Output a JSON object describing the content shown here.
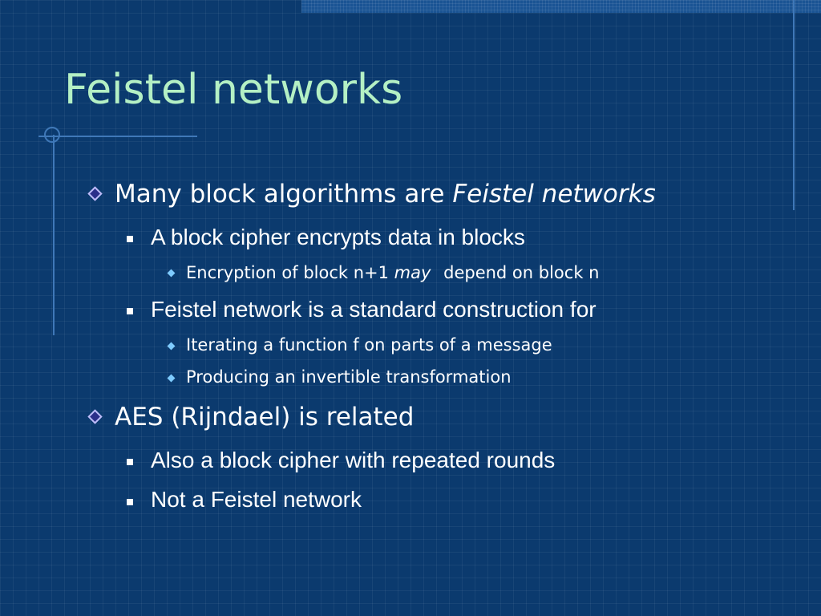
{
  "slide": {
    "title": "Feistel networks",
    "bullets": [
      {
        "text": "Many block algorithms are ",
        "emphasis": "Feistel networks",
        "children": [
          {
            "text": "A block cipher encrypts data in blocks",
            "children": [
              {
                "text_before": "Encryption of block n+1 ",
                "emphasis": "may",
                "text_after": " depend on block n"
              }
            ]
          },
          {
            "text": "Feistel network is a standard construction for",
            "children": [
              {
                "text": "Iterating a function f on parts of a message"
              },
              {
                "text": "Producing an invertible transformation"
              }
            ]
          }
        ]
      },
      {
        "text": "AES (Rijndael) is related",
        "children": [
          {
            "text": "Also a block cipher with repeated rounds"
          },
          {
            "text": "Not a Feistel network"
          }
        ]
      }
    ]
  },
  "theme": {
    "background": "#0b3a6e",
    "title_color": "#b4f0c4",
    "text_color": "#ffffff",
    "accent_line": "#3f78b8",
    "level1_marker": "diamond-outline",
    "level2_marker": "square",
    "level3_marker": "diamond-solid",
    "level3_marker_color": "#7ecbff"
  }
}
